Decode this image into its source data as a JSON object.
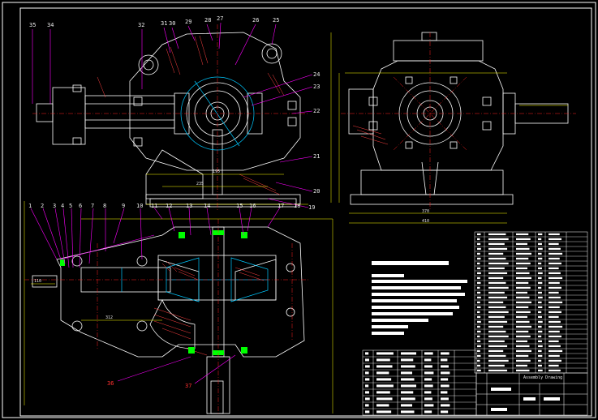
{
  "drawing": {
    "callouts_top": [
      "35",
      "34",
      "32",
      "31",
      "30",
      "29",
      "28",
      "27",
      "26",
      "25"
    ],
    "callouts_right": [
      "24",
      "23",
      "22",
      "21",
      "20",
      "19",
      "18",
      "17",
      "16",
      "15",
      "14",
      "13",
      "12",
      "11"
    ],
    "callouts_left": [
      "1",
      "2",
      "3",
      "4",
      "5",
      "6",
      "7",
      "8",
      "9",
      "10"
    ],
    "callouts_bottom": [
      "36",
      "37"
    ],
    "dimensions": [
      "195",
      "235",
      "110",
      "370",
      "410",
      "312"
    ]
  },
  "title_block": {
    "title": "Assembly Drawing"
  },
  "colors": {
    "frame": "#ffffff",
    "leader": "#ff00ff",
    "centerline": "#ff2020",
    "outline": "#ffffff",
    "dimension": "#ffff00",
    "gear": "#00c8ff",
    "green": "#00ff00",
    "hatch": "#ff4040"
  }
}
